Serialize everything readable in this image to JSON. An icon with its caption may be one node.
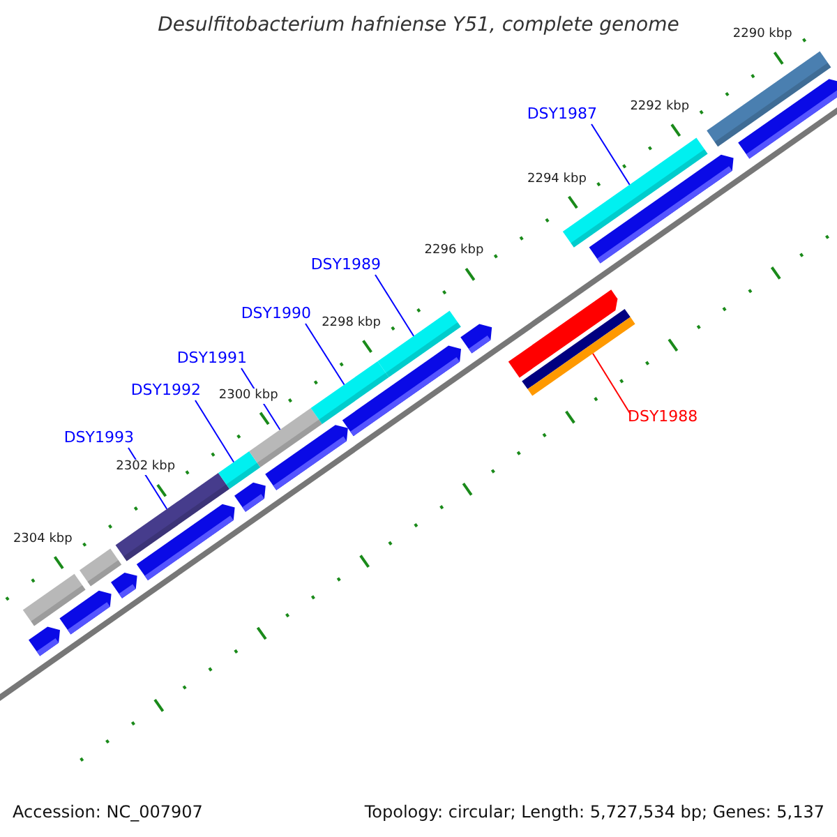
{
  "diagram": {
    "title": "Desulfitobacterium hafniense Y51, complete genome",
    "nodes": [
      {
        "text": [
          "DSY1987"
        ]
      },
      {
        "text": [
          "DSY1989"
        ]
      },
      {
        "text": [
          "DSY1990"
        ]
      },
      {
        "text": [
          "DSY1991"
        ]
      },
      {
        "text": [
          "DSY1992"
        ]
      },
      {
        "text": [
          "DSY1993"
        ]
      },
      {
        "text": [
          "DSY1988"
        ]
      },
      {
        "text": [],
        "shape": "bar"
      },
      {
        "text": [],
        "shape": "bar"
      },
      {
        "text": [],
        "shape": "bar"
      },
      {
        "text": [],
        "shape": "bar"
      },
      {
        "text": [],
        "shape": "bar"
      },
      {
        "text": [],
        "shape": "bar"
      },
      {
        "text": [],
        "shape": "bar"
      }
    ],
    "edges": [
      {
        "from": 0,
        "to": 13,
        "arrow": "none"
      },
      {
        "from": 1,
        "to": 11,
        "arrow": "none"
      },
      {
        "from": 2,
        "to": 10,
        "arrow": "none"
      },
      {
        "from": 3,
        "to": 9,
        "arrow": "none"
      },
      {
        "from": 4,
        "to": 8,
        "arrow": "none"
      },
      {
        "from": 5,
        "to": 7,
        "arrow": "none"
      },
      {
        "from": 6,
        "to": 12,
        "arrow": "none",
        "color": "#ff0000"
      }
    ],
    "labels": [
      "2290 kbp",
      "2292 kbp",
      "2294 kbp",
      "2296 kbp",
      "2298 kbp",
      "2300 kbp",
      "2302 kbp",
      "2304 kbp",
      "Accession: NC_007907",
      "Topology: circular; Length: 5,727,534 bp; Genes: 5,137"
    ]
  }
}
